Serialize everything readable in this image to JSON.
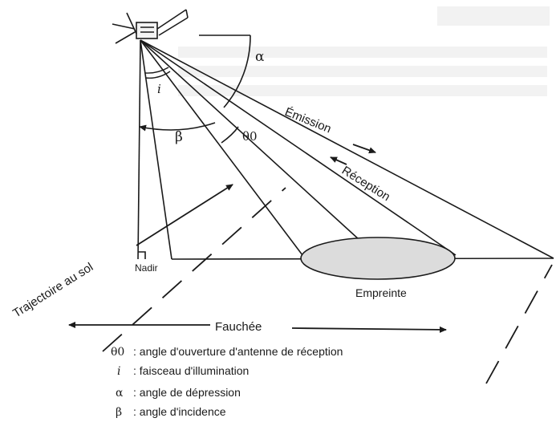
{
  "diagram": {
    "angle_symbols": {
      "alpha": "α",
      "beta": "β",
      "theta0": "θ0",
      "i": "i"
    },
    "labels": {
      "emission": "Émission",
      "reception": "Réception",
      "ground_track": "Trajectoire au sol",
      "nadir": "Nadir",
      "footprint": "Empreinte",
      "swath": "Fauchée"
    },
    "legend": [
      {
        "symbol": "θ0",
        "text": ": angle d'ouverture d'antenne de réception"
      },
      {
        "symbol": "i",
        "text": ": faisceau d'illumination"
      },
      {
        "symbol": "α",
        "text": ": angle de dépression"
      },
      {
        "symbol": "β",
        "text": ": angle d'incidence"
      }
    ],
    "colors": {
      "ink": "#1a1a1a",
      "footprint_fill": "#dcdcdc"
    }
  }
}
